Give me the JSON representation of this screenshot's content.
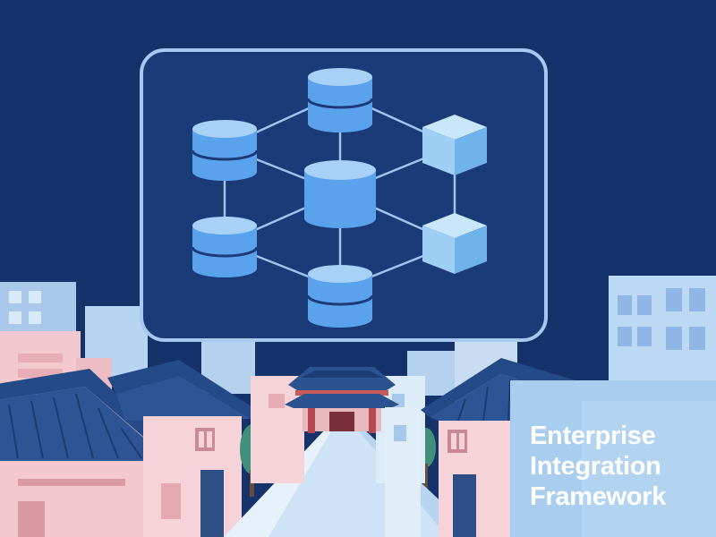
{
  "title_lines": [
    "Enterprise",
    "Integration",
    "Framework"
  ],
  "icons": {
    "databases": [
      "database-icon",
      "database-icon",
      "database-icon",
      "database-icon",
      "database-icon"
    ],
    "cubes": [
      "cube-icon",
      "cube-icon"
    ],
    "gate": "traditional-gate-icon"
  },
  "colors": {
    "background": "#15326a",
    "panel": "#1a3a78",
    "panel_border": "#a9c8ef",
    "database_fill": "#5aa3ec",
    "database_top": "#a7d1f7",
    "connector": "#9fc3ea",
    "cube_front": "#9ed0f5",
    "cube_top": "#c9e7fb",
    "cube_side": "#6fb3ea",
    "roof": "#29508f",
    "building_pink": "#f3c9cf",
    "building_blue": "#bcd9f3",
    "street": "#cfe3f7"
  }
}
